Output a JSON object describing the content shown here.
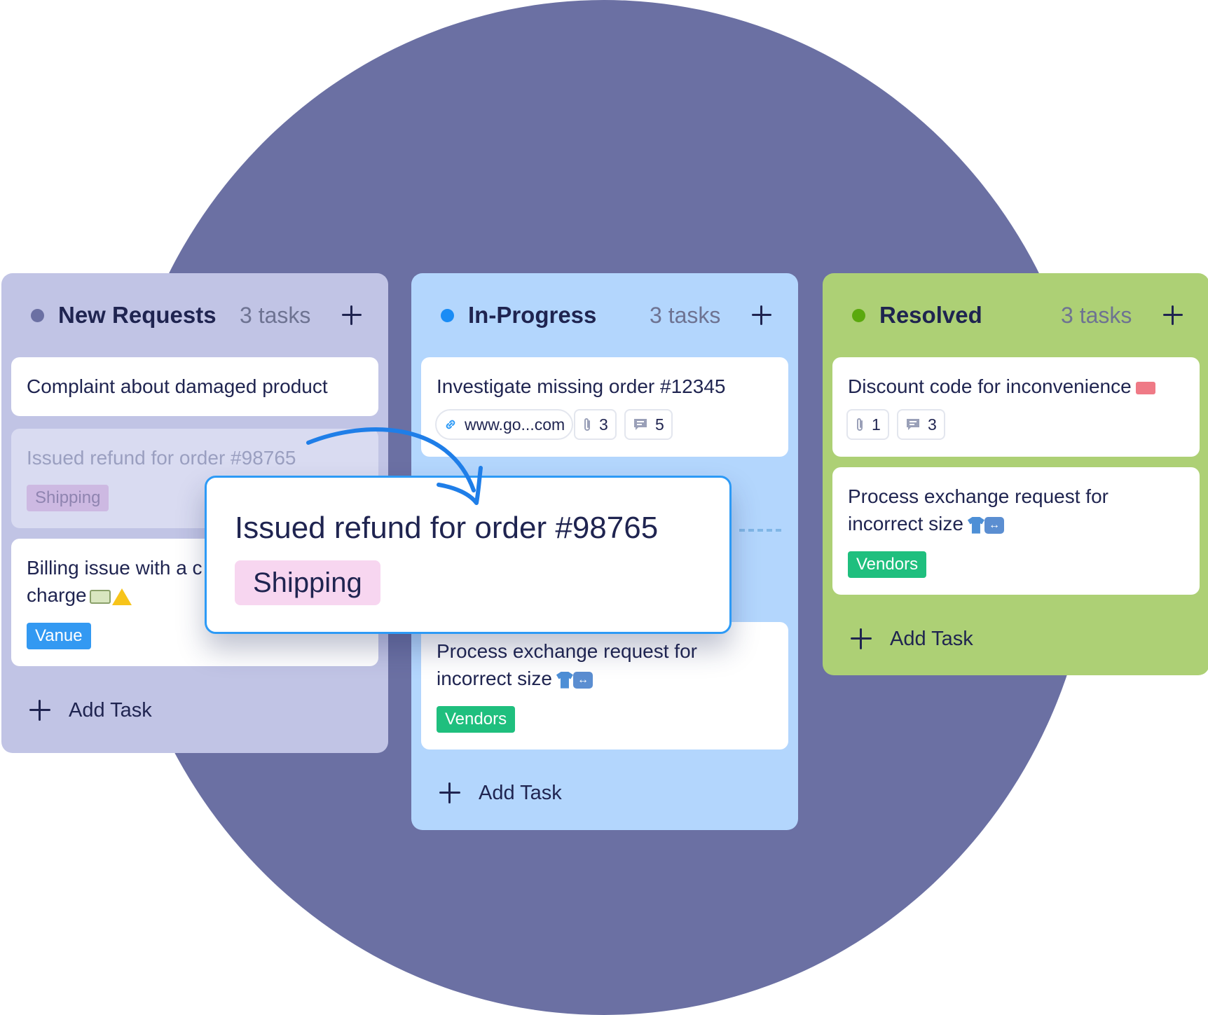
{
  "columns": [
    {
      "title": "New Requests",
      "count": "3 tasks",
      "dot_color": "#6b70a3",
      "cards": [
        {
          "title": "Complaint about damaged product"
        },
        {
          "title": "Issued refund for order #98765",
          "tag": "Shipping",
          "state": "placeholder"
        },
        {
          "title_line1": "Billing issue with a c",
          "title_line2": "charge",
          "tag": "Vanue"
        }
      ],
      "add_task": "Add Task"
    },
    {
      "title": "In-Progress",
      "count": "3 tasks",
      "dot_color": "#1a8cf5",
      "cards": [
        {
          "title": "Investigate missing order #12345",
          "link": "www.go...com",
          "attachments": "3",
          "comments": "5"
        },
        {
          "title_line1": "Process exchange request for",
          "title_line2": "incorrect size",
          "tag": "Vendors"
        }
      ],
      "add_task": "Add Task"
    },
    {
      "title": "Resolved",
      "count": "3 tasks",
      "dot_color": "#5aa90e",
      "cards": [
        {
          "title": "Discount code for inconvenience",
          "attachments": "1",
          "comments": "3"
        },
        {
          "title_line1": "Process exchange request for",
          "title_line2": "incorrect size",
          "tag": "Vendors"
        }
      ],
      "add_task": "Add Task"
    }
  ],
  "dragging_card": {
    "title": "Issued refund for order #98765",
    "tag": "Shipping"
  },
  "colors": {
    "background_circle": "#6b70a3",
    "new_requests_column": "#c1c4e5",
    "in_progress_column": "#b3d6fd",
    "resolved_column": "#add075",
    "tag_vendors": "#1fbf7e",
    "tag_vanue": "#3399f2",
    "tag_shipping": "#f7d6f0",
    "drag_border": "#2d9af6"
  },
  "icons": [
    "plus-icon",
    "link-icon",
    "paperclip-icon",
    "comment-icon",
    "credit-card-emoji",
    "warning-emoji",
    "shirt-emoji",
    "swap-arrows-emoji",
    "ticket-emoji"
  ]
}
